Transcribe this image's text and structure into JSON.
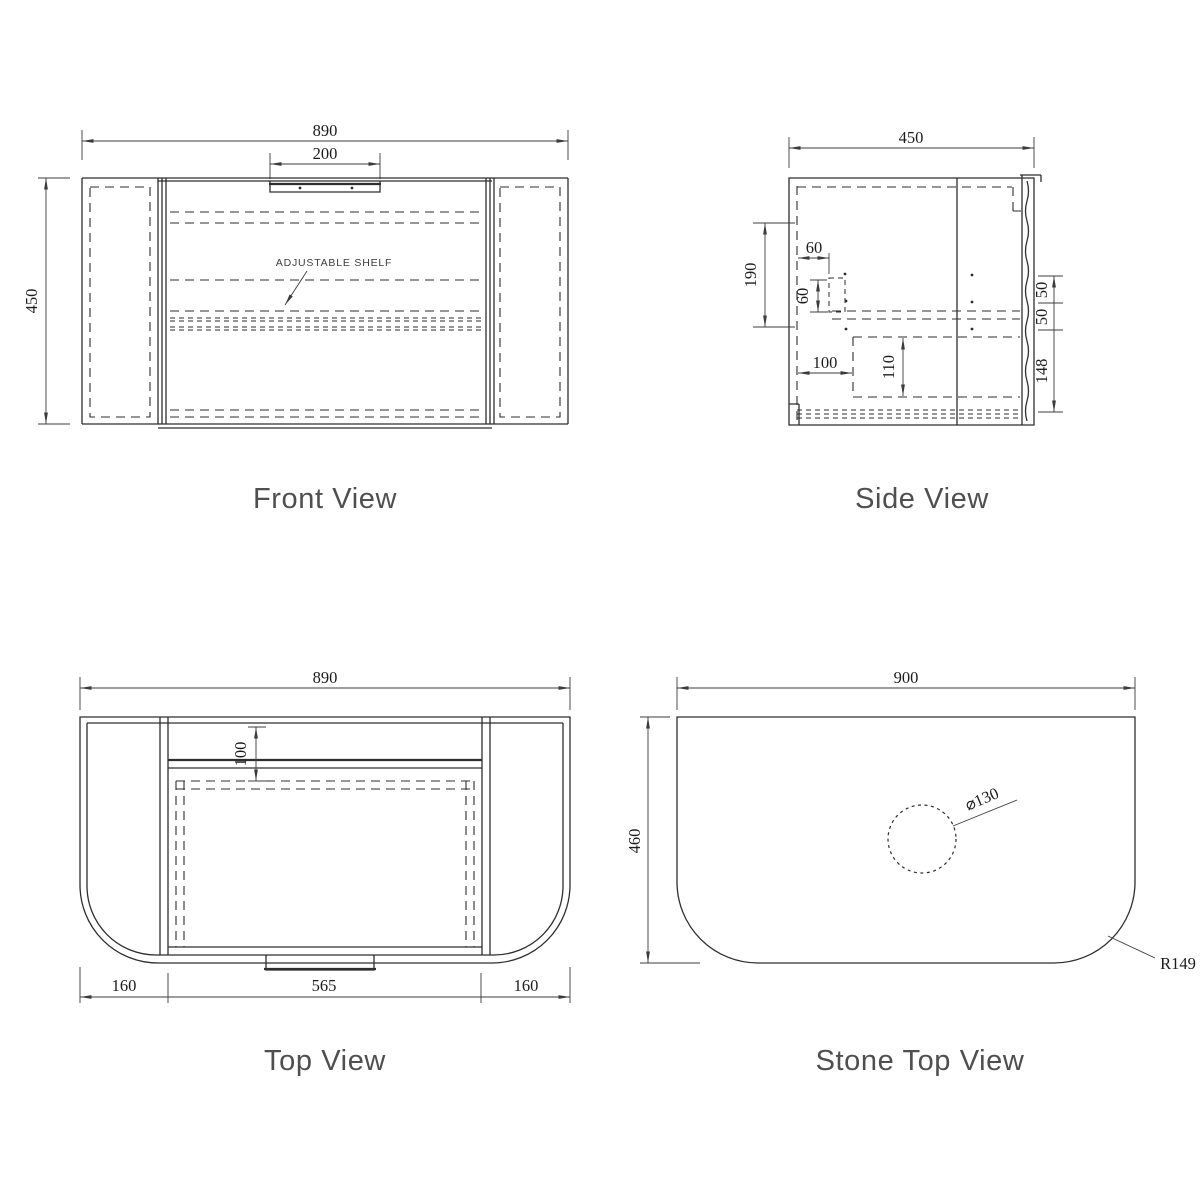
{
  "front": {
    "title": "Front View",
    "dim_width": "890",
    "dim_handle": "200",
    "dim_height": "450",
    "shelf_label": "ADJUSTABLE SHELF"
  },
  "side": {
    "title": "Side View",
    "dim_depth": "450",
    "dim_190": "190",
    "dim_60_h": "60",
    "dim_60_v": "60",
    "dim_100": "100",
    "dim_110": "110",
    "dim_50_a": "50",
    "dim_50_b": "50",
    "dim_148": "148"
  },
  "top": {
    "title": "Top View",
    "dim_width": "890",
    "dim_100": "100",
    "dim_left": "160",
    "dim_center": "565",
    "dim_right": "160"
  },
  "stone": {
    "title": "Stone Top View",
    "dim_width": "900",
    "dim_depth": "460",
    "dim_hole": "⌀130",
    "dim_radius": "R149"
  },
  "colors": {
    "line": "#2e2e2e",
    "dimension": "#3c3c3c",
    "title_text": "#4f4f4f",
    "background": "#ffffff"
  }
}
